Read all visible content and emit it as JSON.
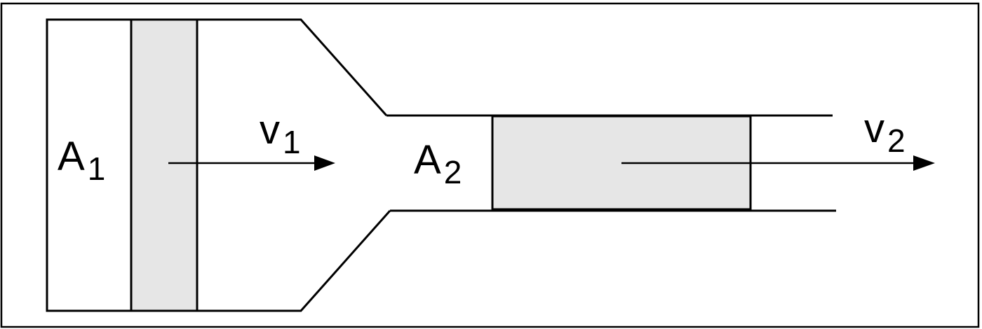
{
  "colors": {
    "stroke": "#000000",
    "fluid_fill": "#e6e6e6",
    "background": "#ffffff"
  },
  "labels": {
    "area_1": {
      "main": "A",
      "sub": "1"
    },
    "velocity_1": {
      "main": "v",
      "sub": "1"
    },
    "area_2": {
      "main": "A",
      "sub": "2"
    },
    "velocity_2": {
      "main": "v",
      "sub": "2"
    }
  }
}
